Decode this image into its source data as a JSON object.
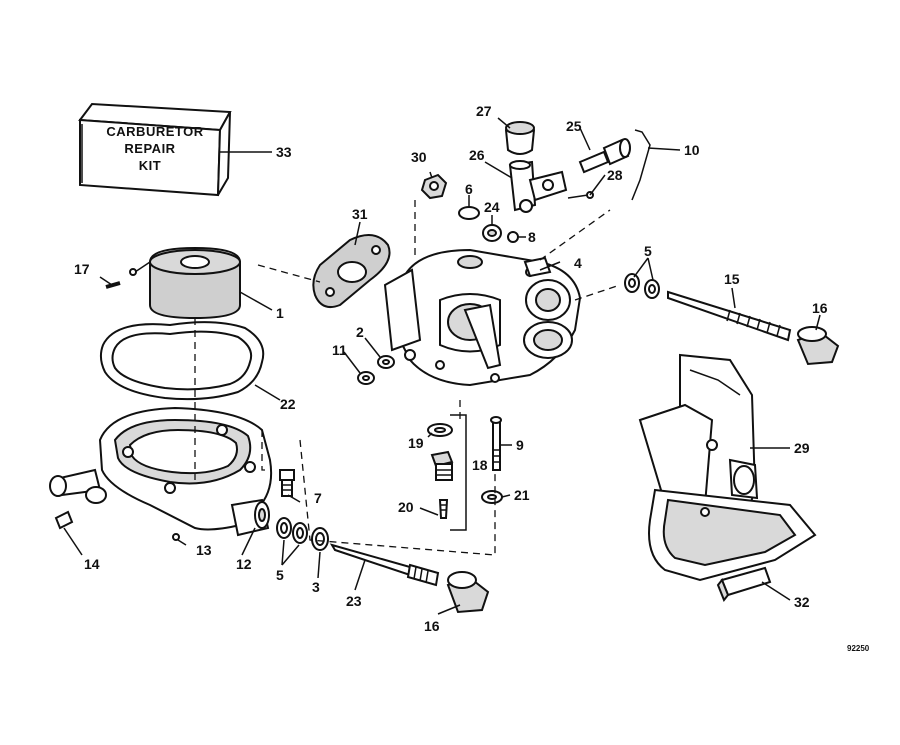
{
  "kit_label": [
    "CARBURETOR",
    "REPAIR",
    "KIT"
  ],
  "drawing_number": "92250",
  "callouts": {
    "c1": "1",
    "c2": "2",
    "c3": "3",
    "c4": "4",
    "c5a": "5",
    "c5b": "5",
    "c6": "6",
    "c7": "7",
    "c8": "8",
    "c9": "9",
    "c10": "10",
    "c11": "11",
    "c12": "12",
    "c13": "13",
    "c14": "14",
    "c15": "15",
    "c16a": "16",
    "c16b": "16",
    "c17": "17",
    "c18": "18",
    "c19": "19",
    "c20": "20",
    "c21": "21",
    "c22": "22",
    "c23": "23",
    "c24": "24",
    "c25": "25",
    "c26": "26",
    "c27": "27",
    "c28": "28",
    "c29": "29",
    "c30": "30",
    "c31": "31",
    "c32": "32",
    "c33": "33"
  }
}
